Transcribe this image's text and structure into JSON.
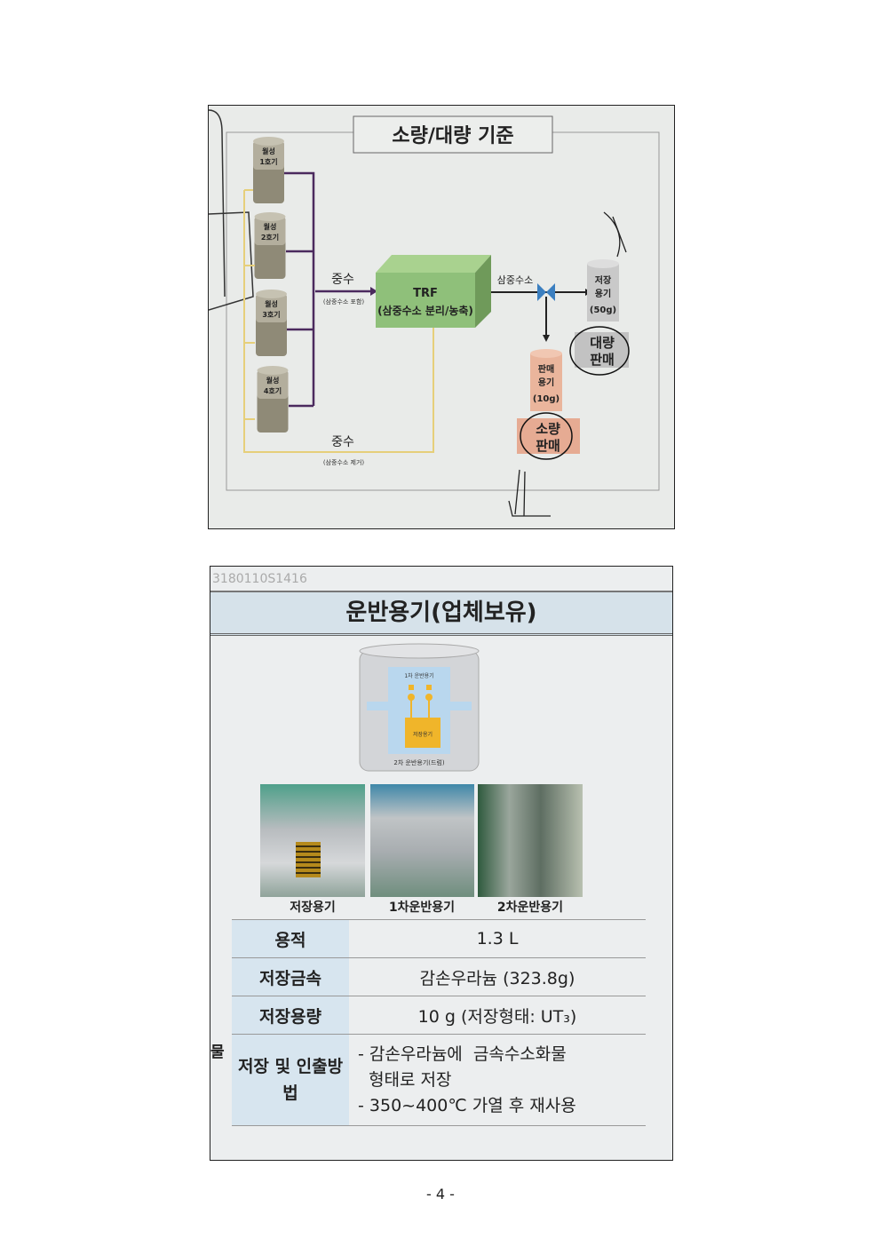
{
  "diagram": {
    "title": "소량/대량 기준",
    "reactors": [
      "월성\n1호기",
      "월성\n2호기",
      "월성\n3호기",
      "월성\n4호기"
    ],
    "reactor_lines": [
      [
        "월성",
        "1호기"
      ],
      [
        "월성",
        "2호기"
      ],
      [
        "월성",
        "3호기"
      ],
      [
        "월성",
        "4호기"
      ]
    ],
    "heavy_water_in": "중수",
    "heavy_water_in_note": "(삼중수소 포함)",
    "trf_title": "TRF",
    "trf_sub": "(삼중수소 분리/농축)",
    "tritium": "삼중수소",
    "storage": [
      "저장",
      "용기",
      "(50g)"
    ],
    "bulk_sale": [
      "대량",
      "판매"
    ],
    "sale_container": [
      "판매",
      "용기",
      "(10g)"
    ],
    "small_sale": [
      "소량",
      "판매"
    ],
    "heavy_water_out": "중수",
    "heavy_water_out_note": "(삼중수소 제거)",
    "colors": {
      "purple": "#4b2a5e",
      "yellow": "#e6cf7a",
      "green": "#8fc07a",
      "salmon": "#eab59c",
      "grey": "#c9c9c9"
    }
  },
  "slide2": {
    "title": "운반용기(업체보유)",
    "watermark": "3180110S1416",
    "drum": {
      "inner": "1차 운반용기",
      "core": "저장용기",
      "outer": "2차 운반용기(드럼)"
    },
    "captions": [
      "저장용기",
      "1차운반용기",
      "2차운반용기"
    ],
    "side_text": "물",
    "table": [
      {
        "label": "용적",
        "value": "1.3 L"
      },
      {
        "label": "저장금속",
        "value": "감손우라늄 (323.8g)"
      },
      {
        "label": "저장용량",
        "value": "10 g (저장형태: UT₃)"
      },
      {
        "label": "저장 및 인출방법",
        "value_lines": [
          "- 감손우라늄에  금속수소화물",
          "  형태로 저장",
          "- 350~400℃ 가열 후 재사용"
        ]
      }
    ]
  },
  "page_number": "- 4 -"
}
